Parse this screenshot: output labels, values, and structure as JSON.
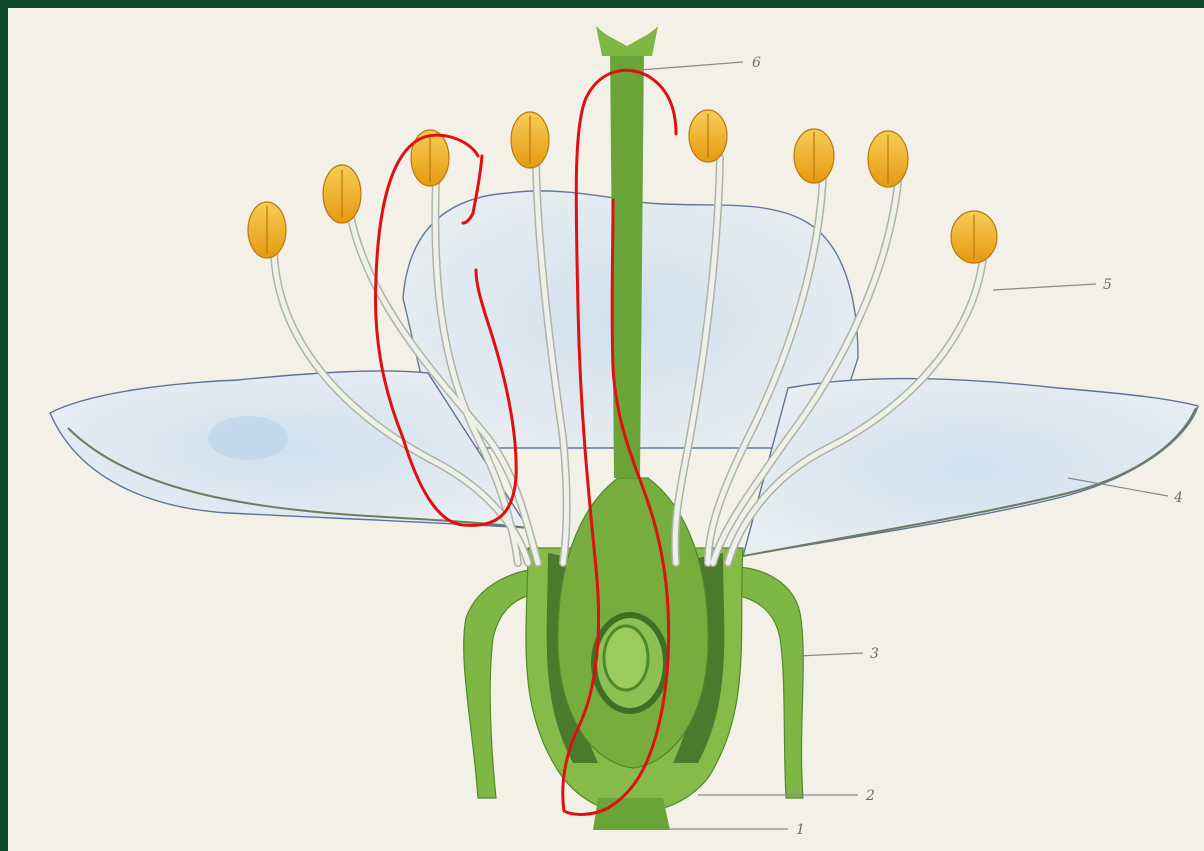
{
  "diagram": {
    "labels": [
      {
        "id": "1",
        "text": "1",
        "part": "receptacle"
      },
      {
        "id": "2",
        "text": "2",
        "part": "ovary"
      },
      {
        "id": "3",
        "text": "3",
        "part": "sepal"
      },
      {
        "id": "4",
        "text": "4",
        "part": "petal"
      },
      {
        "id": "5",
        "text": "5",
        "part": "stamen"
      },
      {
        "id": "6",
        "text": "6",
        "part": "stigma"
      }
    ],
    "colors": {
      "frame_border": "#0f4a2c",
      "paper": "#f3f0e8",
      "petal_fill": "#dfe9f0",
      "petal_outline": "#5c7399",
      "green_light": "#86bb4a",
      "green_mid": "#6aa338",
      "green_dark": "#3f6e26",
      "anther": "#f2b21f",
      "filament": "#e9eae3",
      "annotation": "#e01010",
      "leader": "#8a8a8a"
    }
  }
}
